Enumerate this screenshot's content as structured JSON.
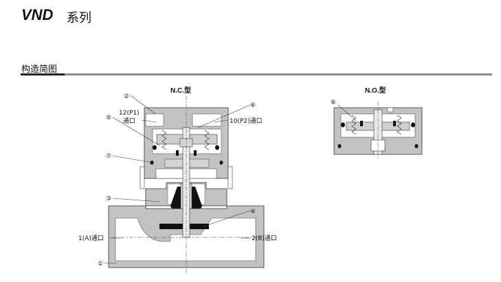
{
  "header": {
    "series_model": "VND",
    "series_word": "系列"
  },
  "section": {
    "title": "构造简图"
  },
  "diagram": {
    "nc_title": "N.C.型",
    "no_title": "N.O.型",
    "callouts": [
      "①",
      "②",
      "③",
      "④",
      "⑤",
      "⑥",
      "⑦"
    ],
    "port_p1_line1": "12(P1)",
    "port_p1_line2": "通口",
    "port_p2": "10(P2)通口",
    "port_a": "1(A)通口",
    "port_b": "2(B)通口"
  }
}
